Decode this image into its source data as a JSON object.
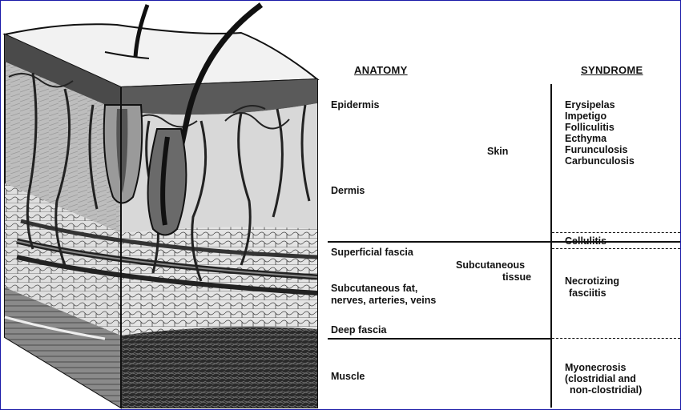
{
  "headers": {
    "anatomy": "ANATOMY",
    "syndrome": "SYNDROME"
  },
  "anatomy": {
    "epidermis": "Epidermis",
    "skin": "Skin",
    "dermis": "Dermis",
    "superficial_fascia": "Superficial fascia",
    "subcutaneous_line1": "Subcutaneous",
    "subcutaneous_line2": "tissue",
    "subcutaneous_fat_line1": "Subcutaneous fat,",
    "subcutaneous_fat_line2": "nerves, arteries, veins",
    "deep_fascia": "Deep fascia",
    "muscle": "Muscle"
  },
  "syndromes": {
    "skin": [
      "Erysipelas",
      "Impetigo",
      "Folliculitis",
      "Ecthyma",
      "Furunculosis",
      "Carbunculosis"
    ],
    "cellulitis": "Cellulitis",
    "necrotizing_line1": "Necrotizing",
    "necrotizing_line2": "fasciitis",
    "myonecrosis_line1": "Myonecrosis",
    "myonecrosis_line2": "(clostridial and",
    "myonecrosis_line3": "non-clostridial)"
  },
  "colors": {
    "frame": "#1a1aa8",
    "ink": "#111111"
  }
}
